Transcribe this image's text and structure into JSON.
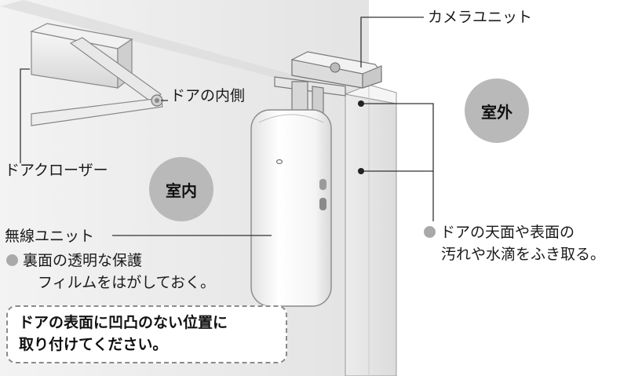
{
  "labels": {
    "camera_unit": "カメラユニット",
    "door_inner": "ドアの内側",
    "door_closer": "ドアクローザー",
    "wireless_unit": "無線ユニット",
    "outdoor": "室外",
    "indoor": "室内"
  },
  "instructions": {
    "film_line1": "裏面の透明な保護",
    "film_line2": "フィルムをはがしておく。",
    "wipe_line1": "ドアの天面や表面の",
    "wipe_line2": "汚れや水滴をふき取る。"
  },
  "notice": {
    "line1": "ドアの表面に凹凸のない位置に",
    "line2": "取り付けてください。"
  },
  "colors": {
    "background_panel": "#ececec",
    "door_face": "#e6e6e6",
    "door_edge": "#d2d2d2",
    "badge": "#b9b9b9",
    "bullet_dot": "#a9a9a9",
    "notice_border": "#8a8a8a"
  }
}
